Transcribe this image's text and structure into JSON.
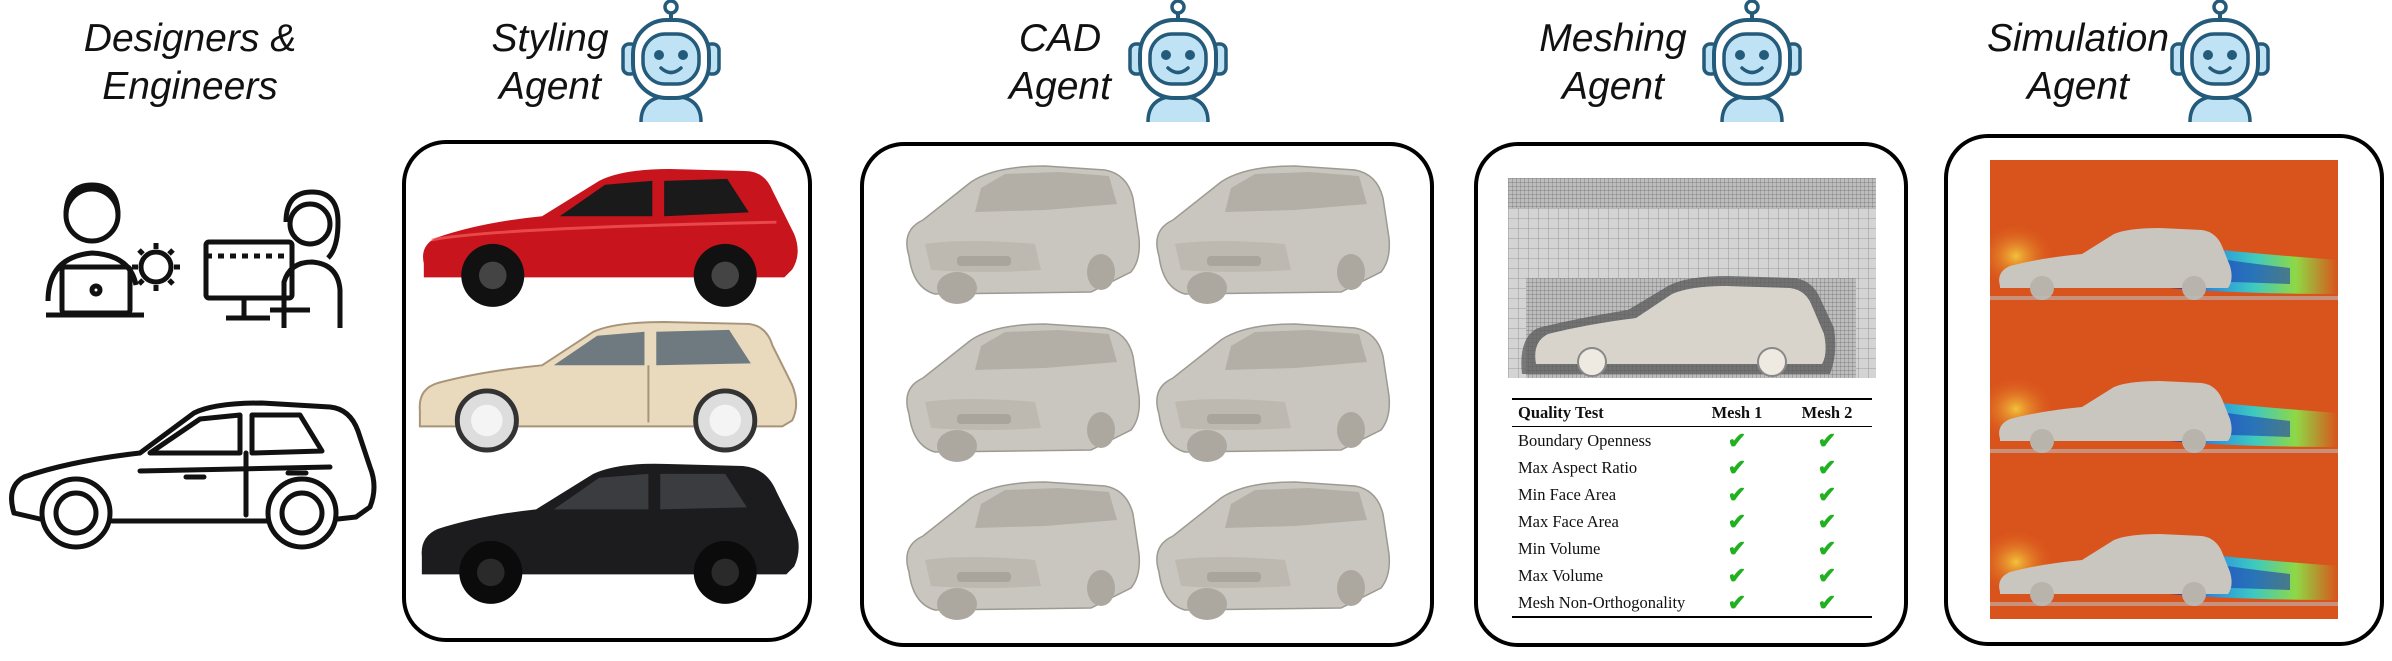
{
  "columns": {
    "designers": {
      "line1": "Designers &",
      "line2": "Engineers"
    },
    "styling": {
      "line1": "Styling",
      "line2": "Agent"
    },
    "cad": {
      "line1": "CAD",
      "line2": "Agent"
    },
    "meshing": {
      "line1": "Meshing",
      "line2": "Agent"
    },
    "simulation": {
      "line1": "Simulation",
      "line2": "Agent"
    }
  },
  "icons": {
    "robot": "robot-icon",
    "engineer": "engineer-with-laptop-gear-icon",
    "designer": "designer-at-computer-icon",
    "sketch": "car-sketch-icon"
  },
  "styling_cars": [
    {
      "name": "red-car",
      "color": "#c8141c"
    },
    {
      "name": "cream-car",
      "color": "#e9d9bd"
    },
    {
      "name": "black-car",
      "color": "#1c1c1e"
    }
  ],
  "cad_color": "#c9c6bf",
  "quality_table": {
    "headers": [
      "Quality Test",
      "Mesh 1",
      "Mesh 2"
    ],
    "rows": [
      {
        "test": "Boundary Openness",
        "m1": "✔",
        "m2": "✔"
      },
      {
        "test": "Max Aspect Ratio",
        "m1": "✔",
        "m2": "✔"
      },
      {
        "test": "Min Face Area",
        "m1": "✔",
        "m2": "✔"
      },
      {
        "test": "Max Face Area",
        "m1": "✔",
        "m2": "✔"
      },
      {
        "test": "Min Volume",
        "m1": "✔",
        "m2": "✔"
      },
      {
        "test": "Max Volume",
        "m1": "✔",
        "m2": "✔"
      },
      {
        "test": "Mesh Non-Orthogonality",
        "m1": "✔",
        "m2": "✔"
      }
    ]
  },
  "colors": {
    "flow_bg": "#d9531c",
    "check": "#20b020",
    "robot_stroke": "#245a7a",
    "robot_fill": "#bfe3f4"
  }
}
